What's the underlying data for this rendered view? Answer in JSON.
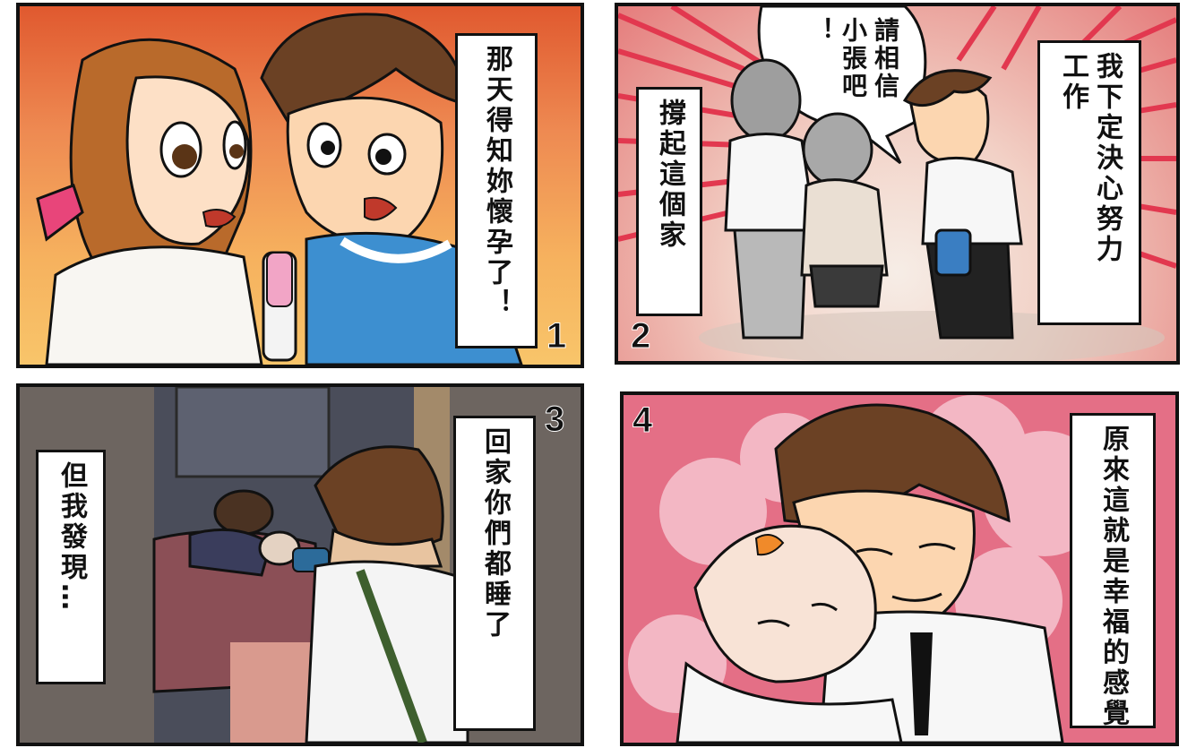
{
  "panels": [
    {
      "number": "1",
      "caption": [
        "那天得知妳懷孕了！"
      ]
    },
    {
      "number": "2",
      "caption": [
        "我下定決心努力",
        "工作"
      ],
      "caption_left": [
        "撐起這個家"
      ],
      "speech": [
        "請相信",
        "小張吧",
        "！"
      ]
    },
    {
      "number": "3",
      "caption": [
        "回家你們都睡了"
      ],
      "caption_left": [
        "但我發現…"
      ]
    },
    {
      "number": "4",
      "caption": [
        "原來這就是幸福的感覺"
      ]
    }
  ]
}
